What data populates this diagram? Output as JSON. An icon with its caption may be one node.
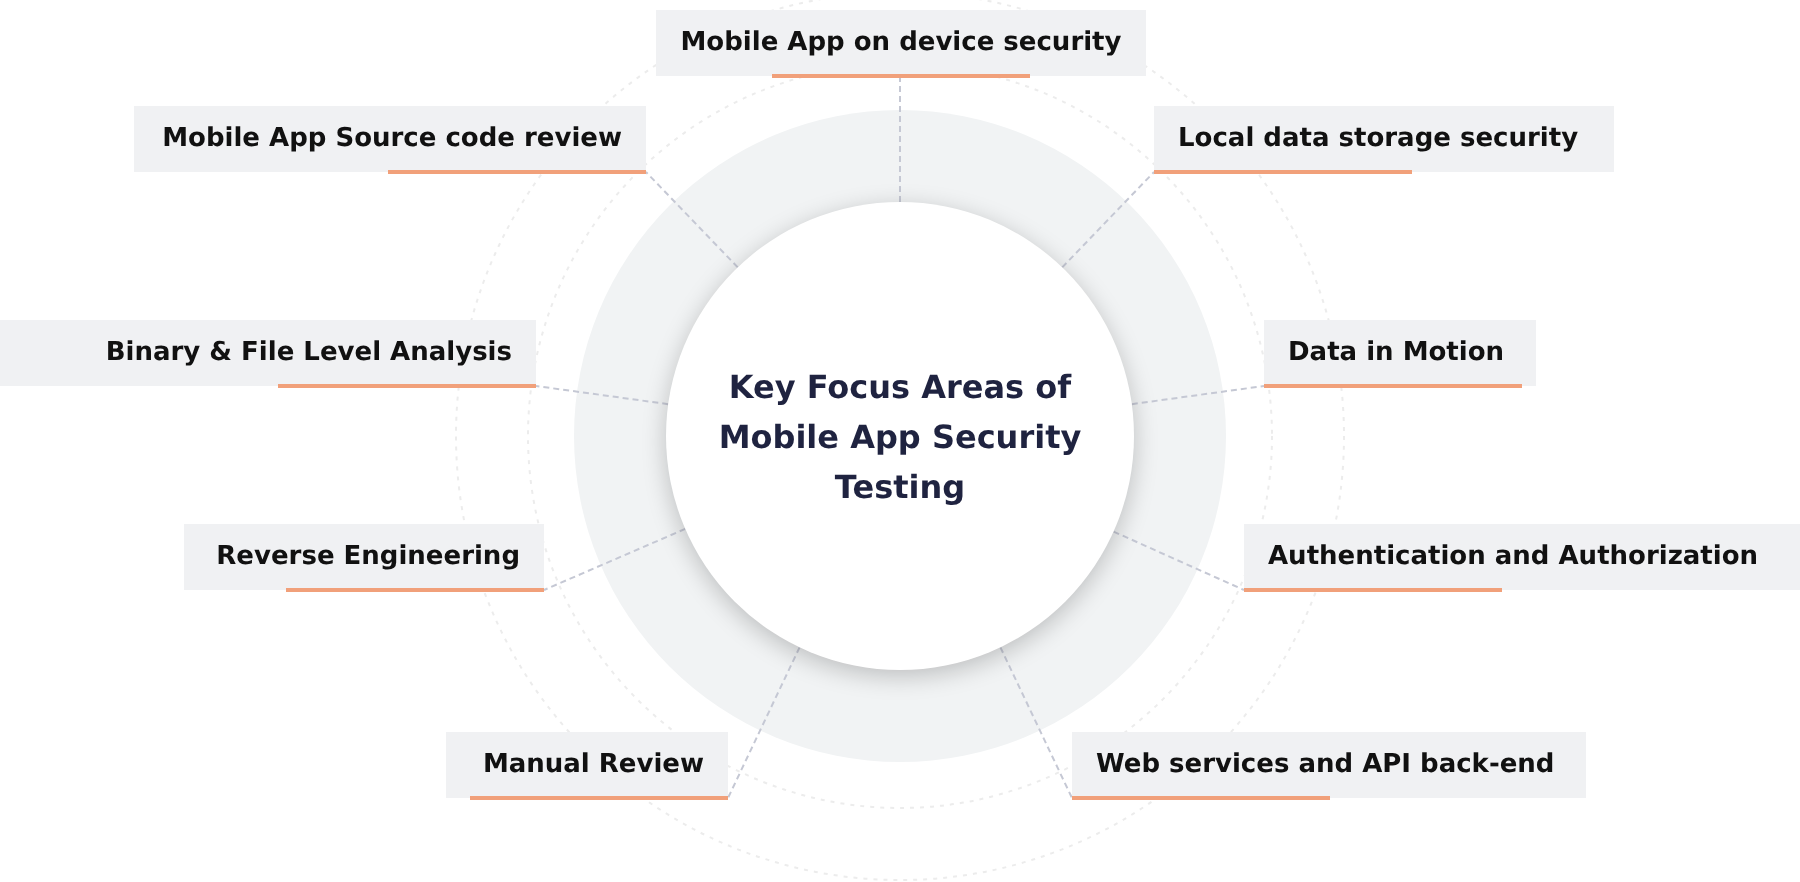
{
  "diagram": {
    "nodes": [
      {
        "text": [
          "Key Focus Areas of Mobile App Security Testing"
        ]
      },
      {
        "text": [
          "Mobile App on device security"
        ]
      },
      {
        "text": [
          "Local data storage security"
        ]
      },
      {
        "text": [
          "Data in Motion"
        ]
      },
      {
        "text": [
          "Authentication and Authorization"
        ]
      },
      {
        "text": [
          "Web services and API back-end"
        ]
      },
      {
        "text": [
          "Manual Review"
        ]
      },
      {
        "text": [
          "Reverse Engineering"
        ]
      },
      {
        "text": [
          "Binary & File Level Analysis"
        ]
      },
      {
        "text": [
          "Mobile App Source code review"
        ]
      }
    ],
    "edges": [
      {
        "from": 0,
        "to": 1,
        "arrow": "none"
      },
      {
        "from": 0,
        "to": 2,
        "arrow": "none"
      },
      {
        "from": 0,
        "to": 3,
        "arrow": "none"
      },
      {
        "from": 0,
        "to": 4,
        "arrow": "none"
      },
      {
        "from": 0,
        "to": 5,
        "arrow": "none"
      },
      {
        "from": 0,
        "to": 6,
        "arrow": "none"
      },
      {
        "from": 0,
        "to": 7,
        "arrow": "none"
      },
      {
        "from": 0,
        "to": 8,
        "arrow": "none"
      },
      {
        "from": 0,
        "to": 9,
        "arrow": "none"
      }
    ]
  }
}
